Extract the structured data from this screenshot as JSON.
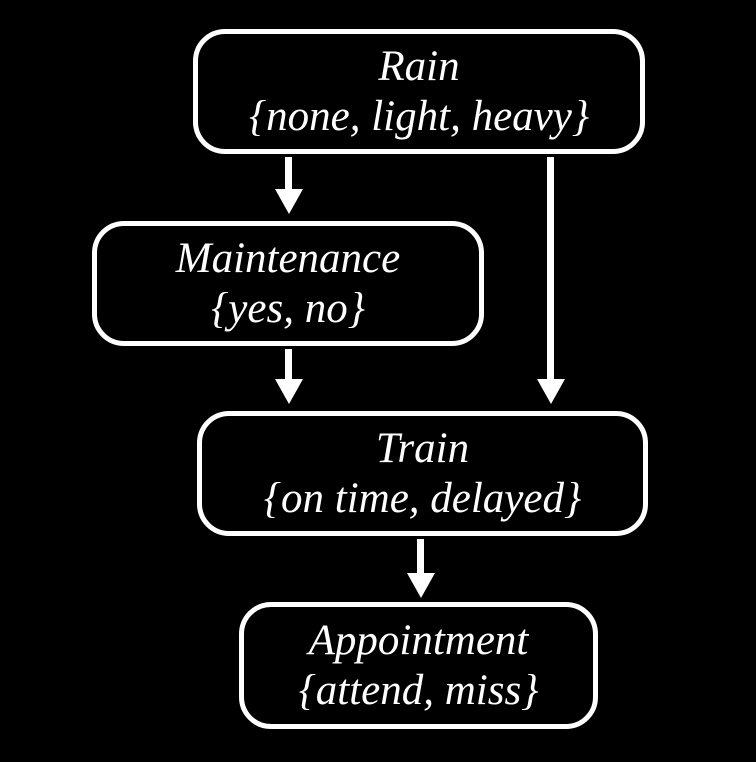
{
  "diagram": {
    "type": "bayesian-network",
    "nodes": [
      {
        "id": "rain",
        "label": "Rain",
        "domain": "{none, light, heavy}"
      },
      {
        "id": "maintenance",
        "label": "Maintenance",
        "domain": "{yes, no}"
      },
      {
        "id": "train",
        "label": "Train",
        "domain": "{on time, delayed}"
      },
      {
        "id": "appointment",
        "label": "Appointment",
        "domain": "{attend, miss}"
      }
    ],
    "edges": [
      {
        "from": "rain",
        "to": "maintenance"
      },
      {
        "from": "rain",
        "to": "train"
      },
      {
        "from": "maintenance",
        "to": "train"
      },
      {
        "from": "train",
        "to": "appointment"
      }
    ],
    "colors": {
      "background": "#000000",
      "node_border": "#ffffff",
      "text": "#ffffff",
      "arrow": "#ffffff"
    }
  }
}
